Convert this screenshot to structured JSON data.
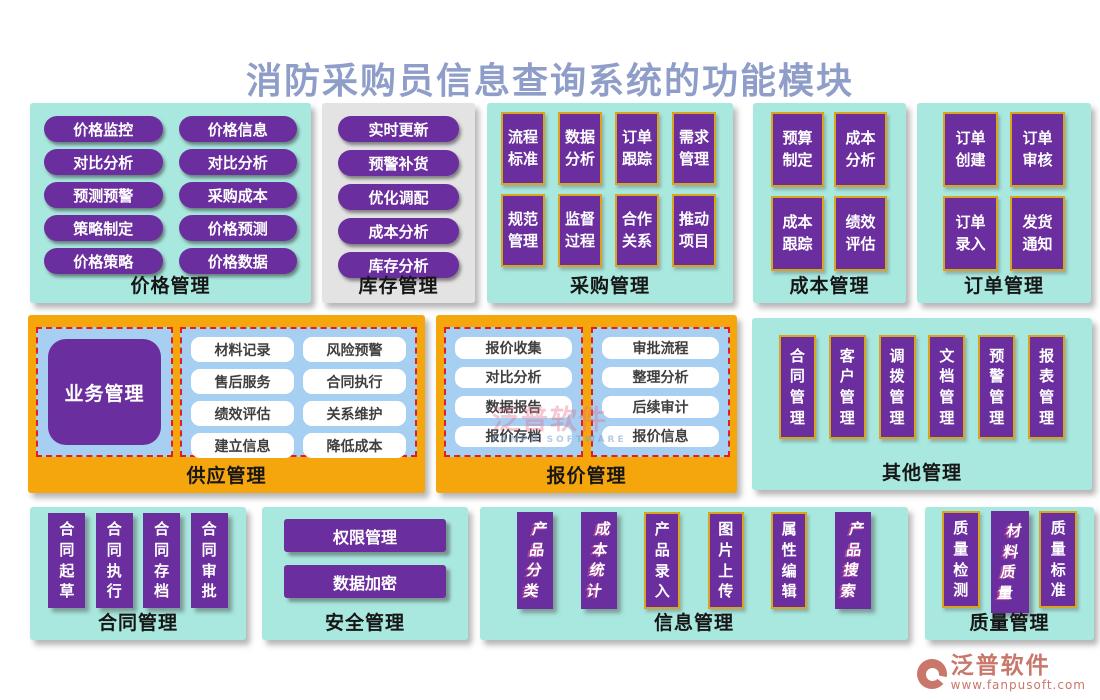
{
  "title": "消防采购员信息查询系统的功能模块",
  "colors": {
    "title_text": "#8f9dc9",
    "panel_teal": "#a9e8df",
    "panel_gray": "#e3e3e3",
    "panel_orange": "#f6a60d",
    "button_purple": "#6b2e9e",
    "gold_border": "#daa41e",
    "inner_blue": "#a6cff2",
    "dashed_red": "#e01f1f",
    "logo_red": "#c9776b"
  },
  "panels": {
    "price": {
      "label": "价格管理",
      "buttons": [
        "价格监控",
        "价格信息",
        "对比分析",
        "对比分析",
        "预测预警",
        "采购成本",
        "策略制定",
        "价格预测",
        "价格策略",
        "价格数据"
      ]
    },
    "inventory": {
      "label": "库存管理",
      "buttons": [
        "实时更新",
        "预警补货",
        "优化调配",
        "成本分析",
        "库存分析"
      ]
    },
    "procurement": {
      "label": "采购管理",
      "buttons": [
        "流程标准",
        "数据分析",
        "订单跟踪",
        "需求管理",
        "规范管理",
        "监督过程",
        "合作关系",
        "推动项目"
      ]
    },
    "cost": {
      "label": "成本管理",
      "buttons": [
        "预算制定",
        "成本分析",
        "成本跟踪",
        "绩效评估"
      ]
    },
    "order": {
      "label": "订单管理",
      "buttons": [
        "订单创建",
        "订单审核",
        "订单录入",
        "发货通知"
      ]
    },
    "supply": {
      "label": "供应管理",
      "core": "业务管理",
      "buttons": [
        "材料记录",
        "风险预警",
        "售后服务",
        "合同执行",
        "绩效评估",
        "关系维护",
        "建立信息",
        "降低成本"
      ]
    },
    "quote": {
      "label": "报价管理",
      "left_buttons": [
        "报价收集",
        "对比分析",
        "数据报告",
        "报价存档"
      ],
      "right_buttons": [
        "审批流程",
        "整理分析",
        "后续审计",
        "报价信息"
      ]
    },
    "other": {
      "label": "其他管理",
      "buttons": [
        "合同管理",
        "客户管理",
        "调拨管理",
        "文档管理",
        "预警管理",
        "报表管理"
      ]
    },
    "contract": {
      "label": "合同管理",
      "buttons": [
        "合同起草",
        "合同执行",
        "合同存档",
        "合同审批"
      ]
    },
    "security": {
      "label": "安全管理",
      "buttons": [
        "权限管理",
        "数据加密"
      ]
    },
    "info": {
      "label": "信息管理",
      "buttons": [
        "产品分类",
        "成本统计",
        "产品录入",
        "图片上传",
        "属性编辑",
        "产品搜索"
      ]
    },
    "quality": {
      "label": "质量管理",
      "buttons": [
        "质量检测",
        "材料质量",
        "质量标准"
      ]
    }
  },
  "watermark": {
    "text": "泛普软件",
    "subtext": "FANPU SOFTWARE"
  },
  "logo": {
    "name": "泛普软件",
    "url": "www.fanpusoft.com"
  }
}
